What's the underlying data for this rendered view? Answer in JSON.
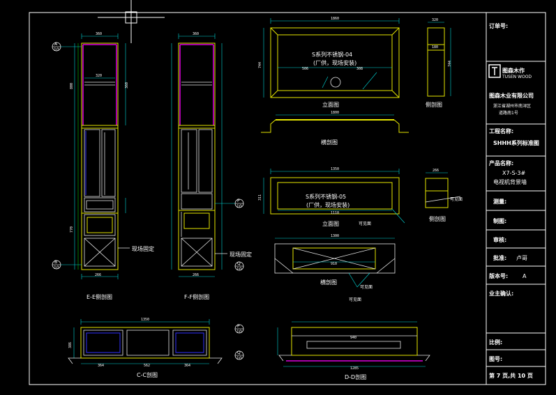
{
  "views": {
    "e_section": "E-E侧剖图",
    "f_section": "F-F侧剖图",
    "c_section": "C-C剖图",
    "d_section": "D-D剖图",
    "elev_top": "立面图",
    "elev_mid": "立面图",
    "sect_top": "横剖图",
    "sect_mid": "横剖图",
    "side_top": "侧剖图",
    "side_mid": "侧剖图"
  },
  "notes": {
    "steel04_l1": "S系列不锈钢-04",
    "steel04_l2": "(厂供，现场安装)",
    "steel05_l1": "S系列不锈钢-05",
    "steel05_l2": "(厂供，现场安装)",
    "onsite_fix_1": "现场固定",
    "onsite_fix_2": "现场固定",
    "visible_1": "可见面",
    "visible_2": "可见面",
    "visible_3": "可见面",
    "visible_4": "可见面"
  },
  "markers": {
    "a": "A",
    "b": "B",
    "p": "P",
    "q": "Q",
    "sheet": "10"
  },
  "dims": {
    "e_top": "360",
    "e_inner": "320",
    "e_h1": "800",
    "e_h2": "360",
    "e_h3": "770",
    "e_bottom": "266",
    "f_top": "360",
    "f_bottom": "266",
    "elev_top_w": "1860",
    "elev_top_h": "744",
    "elev_top_a": "506",
    "elev_top_b": "308",
    "sect_top_w": "1800",
    "side_top_w": "320",
    "side_top_h": "744",
    "side_top_a": "180",
    "elev_mid_w": "1350",
    "elev_mid_h": "311",
    "elev_mid_inner": "1110",
    "side_mid_w": "266",
    "sect_mid_w": "1300",
    "sect_mid_inner": "910",
    "c_total": "1350",
    "c_left": "364",
    "c_mid": "562",
    "c_right": "364",
    "c_h": "386",
    "d_inner": "940",
    "d_bottom": "1285"
  },
  "title_block": {
    "order_no": "订单号:",
    "logo_cn": "图森木作",
    "logo_en": "TUSEN WOOD",
    "company": "图森木业有限公司",
    "address_l1": "浙江省湖州市南浔区",
    "address_l2": "道路南1号",
    "project_label": "工程名称:",
    "project_value": "SHHH系列标准图",
    "product_label": "产品名称:",
    "product_code": "X7-S-3#",
    "product_desc": "电视机背景墙",
    "survey": "测量:",
    "drafter": "制图:",
    "review": "审核:",
    "approve_label": "批准:",
    "approve_value": "卢哥",
    "version_label": "版本号:",
    "version_value": "A",
    "owner": "业主确认:",
    "scale": "比例:",
    "drawing_no": "图号:",
    "page": "第 7 页,共 10 页"
  }
}
